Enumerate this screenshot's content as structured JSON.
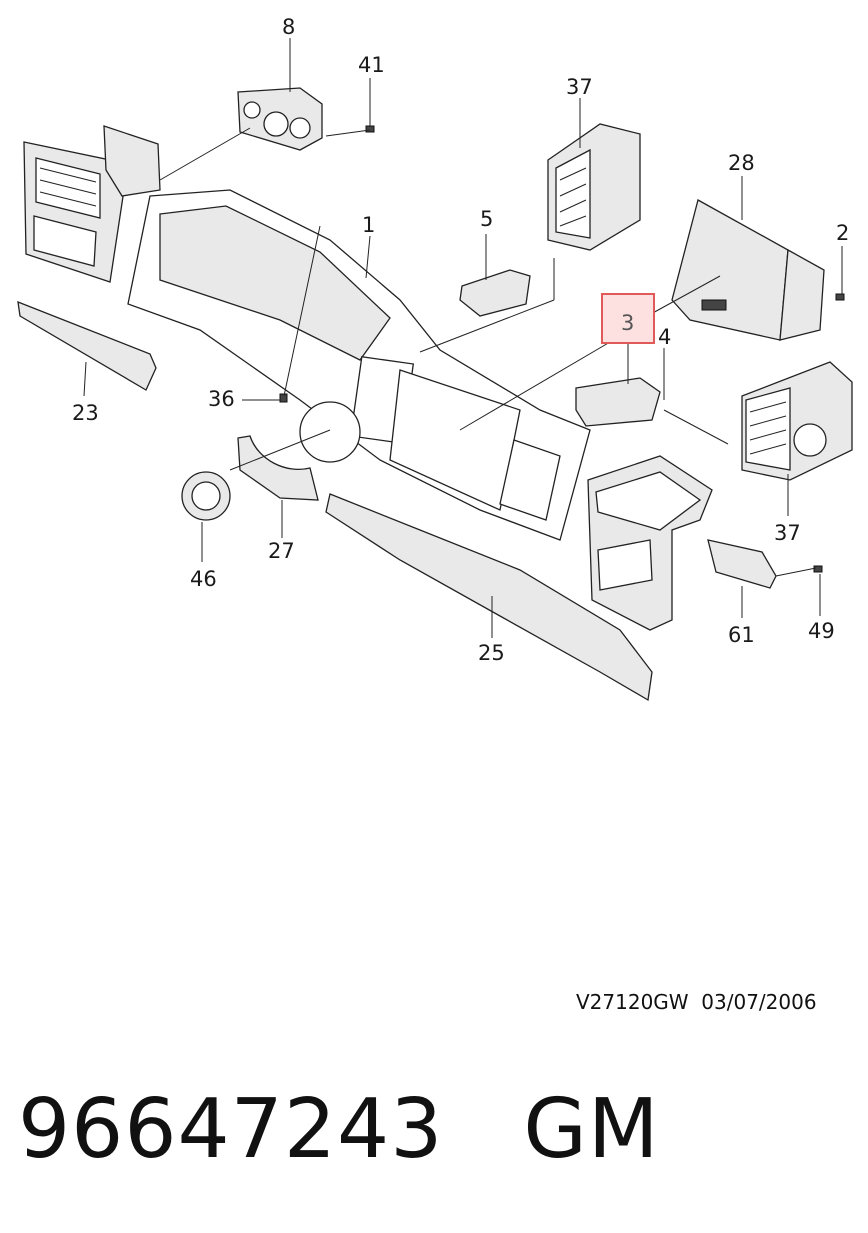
{
  "diagram": {
    "callouts": {
      "p1": "1",
      "p2": "2",
      "p3": "3",
      "p4": "4",
      "p5": "5",
      "p8": "8",
      "p23": "23",
      "p25": "25",
      "p27": "27",
      "p28": "28",
      "p36": "36",
      "p37a": "37",
      "p37b": "37",
      "p41": "41",
      "p46": "46",
      "p49": "49",
      "p61": "61"
    },
    "highlighted_callout": "3",
    "highlight_color": "#e05a5a"
  },
  "reference": {
    "code": "V27120GW",
    "date": "03/07/2006"
  },
  "footer": {
    "part_number": "96647243",
    "brand": "GM"
  }
}
